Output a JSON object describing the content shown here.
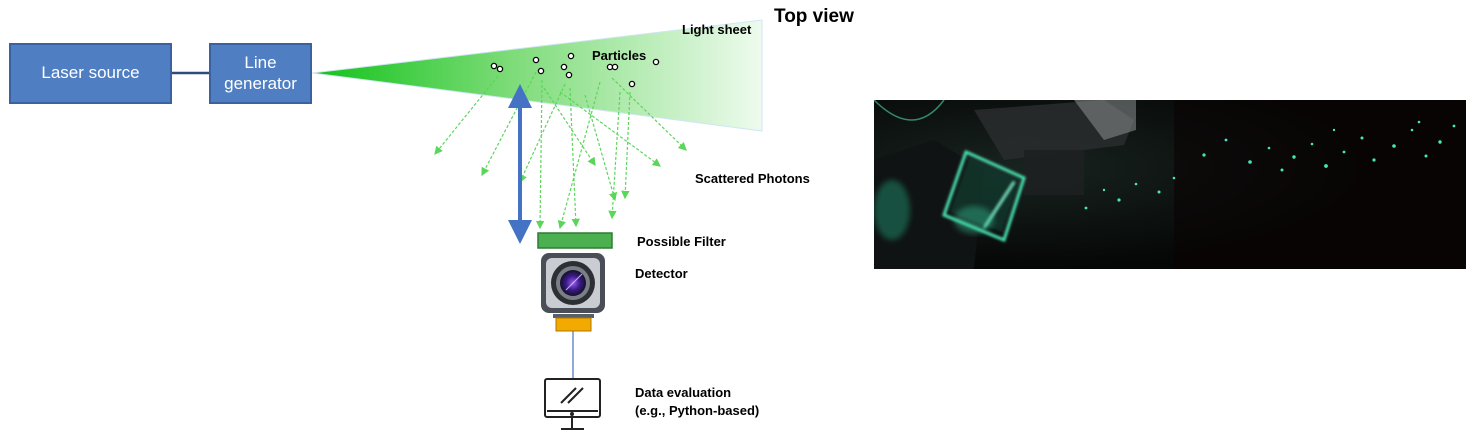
{
  "title": "Top view",
  "boxes": {
    "laser_source": "Laser source",
    "line_generator_line1": "Line",
    "line_generator_line2": "generator"
  },
  "labels": {
    "light_sheet": "Light sheet",
    "particles": "Particles",
    "scattered_photons": "Scattered Photons",
    "possible_filter": "Possible Filter",
    "detector": "Detector",
    "data_evaluation_line1": "Data evaluation",
    "data_evaluation_line2": "(e.g., Python-based)"
  },
  "colors": {
    "box_fill": "#4f7fc2",
    "light_sheet": "#22c02a",
    "photon_arrows": "#5ad65a",
    "filter": "#4caf50",
    "detector_mount": "#f2a900",
    "double_arrow": "#4472c4"
  },
  "icons": {
    "detector": "camera-icon",
    "data_evaluation": "monitor-icon"
  }
}
